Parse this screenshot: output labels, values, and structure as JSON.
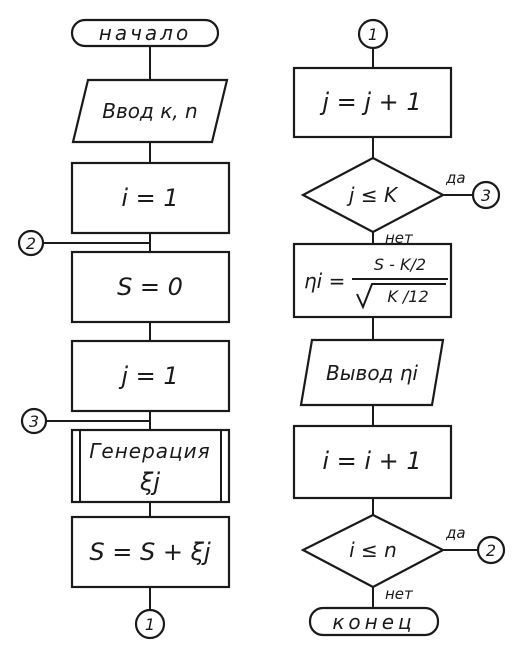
{
  "left": {
    "start": "начало",
    "input": "Ввод  к, n",
    "i_init": "i = 1",
    "s_init": "S = 0",
    "j_init": "j = 1",
    "gen_line1": "Генерация",
    "gen_line2": "ξj",
    "sum": "S = S + ξj",
    "connector_bottom": "1",
    "connector_2": "2",
    "connector_3": "3"
  },
  "right": {
    "connector_top": "1",
    "j_inc": "j = j + 1",
    "cond_j": "j ≤ K",
    "yes_j": "да",
    "no_j": "нет",
    "connector_3": "3",
    "eta_lhs": "ηi =",
    "eta_num": "S - K/2",
    "eta_den": "K /12",
    "output": "Вывод  ηi",
    "i_inc": "i = i + 1",
    "cond_i": "i ≤ n",
    "yes_i": "да",
    "no_i": "нет",
    "connector_2": "2",
    "end": "конец"
  }
}
